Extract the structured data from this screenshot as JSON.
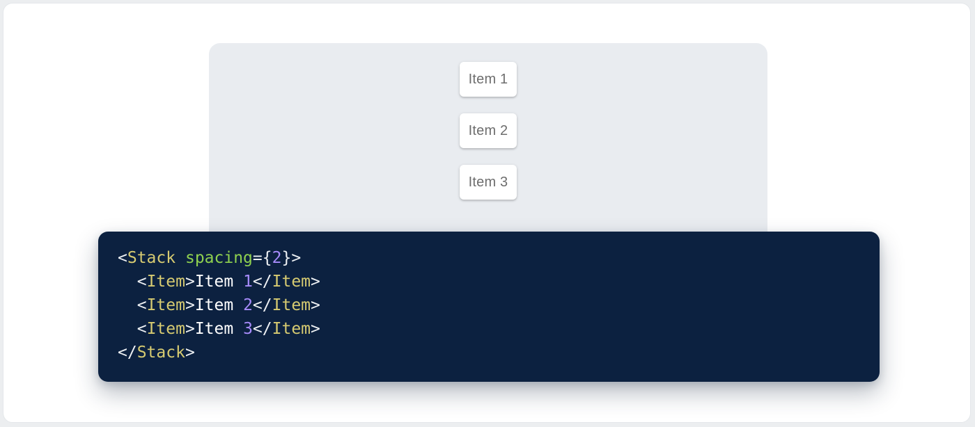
{
  "demo": {
    "items": [
      "Item 1",
      "Item 2",
      "Item 3"
    ]
  },
  "code": {
    "language": "jsx",
    "text": "<Stack spacing={2}>\n  <Item>Item 1</Item>\n  <Item>Item 2</Item>\n  <Item>Item 3</Item>\n</Stack>",
    "lines": [
      [
        [
          "punc",
          "<"
        ],
        [
          "tag",
          "Stack"
        ],
        [
          "plain",
          " "
        ],
        [
          "attr",
          "spacing"
        ],
        [
          "punc",
          "="
        ],
        [
          "punc",
          "{"
        ],
        [
          "num",
          "2"
        ],
        [
          "punc",
          "}"
        ],
        [
          "punc",
          ">"
        ]
      ],
      [
        [
          "plain",
          "  "
        ],
        [
          "punc",
          "<"
        ],
        [
          "tag",
          "Item"
        ],
        [
          "punc",
          ">"
        ],
        [
          "plain",
          "Item "
        ],
        [
          "num",
          "1"
        ],
        [
          "punc",
          "</"
        ],
        [
          "tag",
          "Item"
        ],
        [
          "punc",
          ">"
        ]
      ],
      [
        [
          "plain",
          "  "
        ],
        [
          "punc",
          "<"
        ],
        [
          "tag",
          "Item"
        ],
        [
          "punc",
          ">"
        ],
        [
          "plain",
          "Item "
        ],
        [
          "num",
          "2"
        ],
        [
          "punc",
          "</"
        ],
        [
          "tag",
          "Item"
        ],
        [
          "punc",
          ">"
        ]
      ],
      [
        [
          "plain",
          "  "
        ],
        [
          "punc",
          "<"
        ],
        [
          "tag",
          "Item"
        ],
        [
          "punc",
          ">"
        ],
        [
          "plain",
          "Item "
        ],
        [
          "num",
          "3"
        ],
        [
          "punc",
          "</"
        ],
        [
          "tag",
          "Item"
        ],
        [
          "punc",
          ">"
        ]
      ],
      [
        [
          "punc",
          "</"
        ],
        [
          "tag",
          "Stack"
        ],
        [
          "punc",
          ">"
        ]
      ]
    ]
  },
  "colors": {
    "code_bg": "#0c2140",
    "tok_tag": "#d7cb71",
    "tok_attr": "#8fd14f",
    "tok_num": "#a78bfa",
    "tok_punc": "#eef1f4",
    "tok_plain": "#ffffff",
    "panel_bg": "#e9ecf0",
    "item_text": "#6d6d6d"
  }
}
